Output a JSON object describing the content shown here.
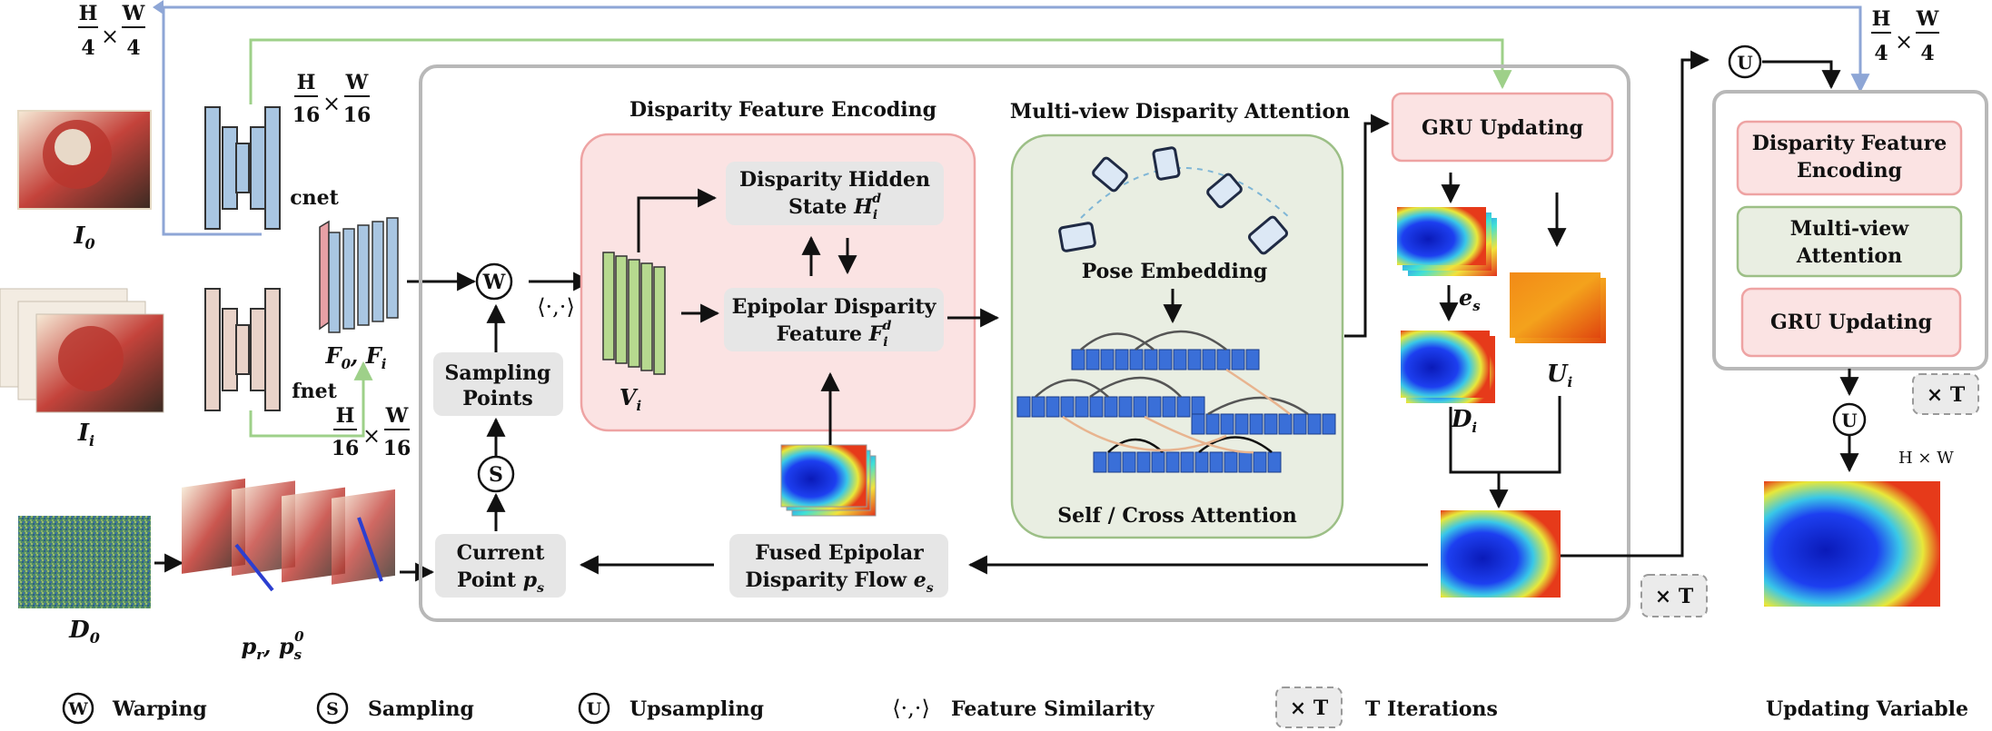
{
  "dims": {
    "h_over_4": "H",
    "w_over_4": "W",
    "den4": "4",
    "h_over_16": "H",
    "w_over_16": "W",
    "den16": "16",
    "times": "×",
    "out_hw": "H × W"
  },
  "encoders": {
    "cnet": "cnet",
    "fnet": "fnet"
  },
  "inputs": {
    "i0": "I",
    "i0_sub": "0",
    "ii": "I",
    "ii_sub": "i",
    "d0": "D",
    "d0_sub": "0",
    "pr_ps": "p",
    "pr_sub": "r",
    "ps_sub": "s",
    "ps_sup": "0"
  },
  "features": {
    "f0": "F",
    "f0_sub": "0",
    "fi": "F",
    "fi_sub": "i",
    "vi": "V",
    "vi_sub": "i"
  },
  "ops": {
    "warp": "W",
    "sample": "S",
    "up": "U",
    "similarity": "⟨·,·⟩"
  },
  "blocks": {
    "sampling_points": [
      "Sampling",
      "Points"
    ],
    "current_point": [
      "Current",
      "Point"
    ],
    "current_point_sym": "p",
    "current_point_sub": "s",
    "fused_flow": [
      "Fused Epipolar",
      "Disparity Flow"
    ],
    "fused_flow_sym": "e",
    "fused_flow_sub": "s",
    "dfe_title": "Disparity Feature Encoding",
    "hidden_state": [
      "Disparity Hidden",
      "State"
    ],
    "hidden_sym": "H",
    "hidden_sub": "i",
    "hidden_sup": "d",
    "epipolar_feature": [
      "Epipolar Disparity",
      "Feature"
    ],
    "epi_sym": "F",
    "epi_sub": "i",
    "epi_sup": "d",
    "mva_title": "Multi-view Disparity Attention",
    "pose_embedding": "Pose Embedding",
    "self_cross": "Self / Cross Attention",
    "gru": "GRU Updating",
    "es": "e",
    "es_sub": "s",
    "di": "D",
    "di_sub": "i",
    "ui": "U",
    "ui_sub": "i",
    "times_t": "× T"
  },
  "right_panel": {
    "dfe": [
      "Disparity Feature",
      "Encoding"
    ],
    "mva": [
      "Multi-view",
      "Attention"
    ],
    "gru": "GRU Updating",
    "times_t": "× T"
  },
  "legend": {
    "warping": "Warping",
    "sampling": "Sampling",
    "upsampling": "Upsampling",
    "similarity": "Feature Similarity",
    "iterations_box": "× T",
    "iterations": "T Iterations",
    "updating": "Updating Variable"
  },
  "colors": {
    "pink_bg": "#fbe3e3",
    "pink_border": "#eea3a3",
    "green_bg": "#e9eee2",
    "green_border": "#9cbf86",
    "gray_box": "#e6e6e6",
    "blue_arrow": "#8ea6d6",
    "green_arrow": "#9ed089",
    "cnet": "#a9c6e2",
    "fnet": "#e9d3c9",
    "vi": "#b6d98f"
  }
}
